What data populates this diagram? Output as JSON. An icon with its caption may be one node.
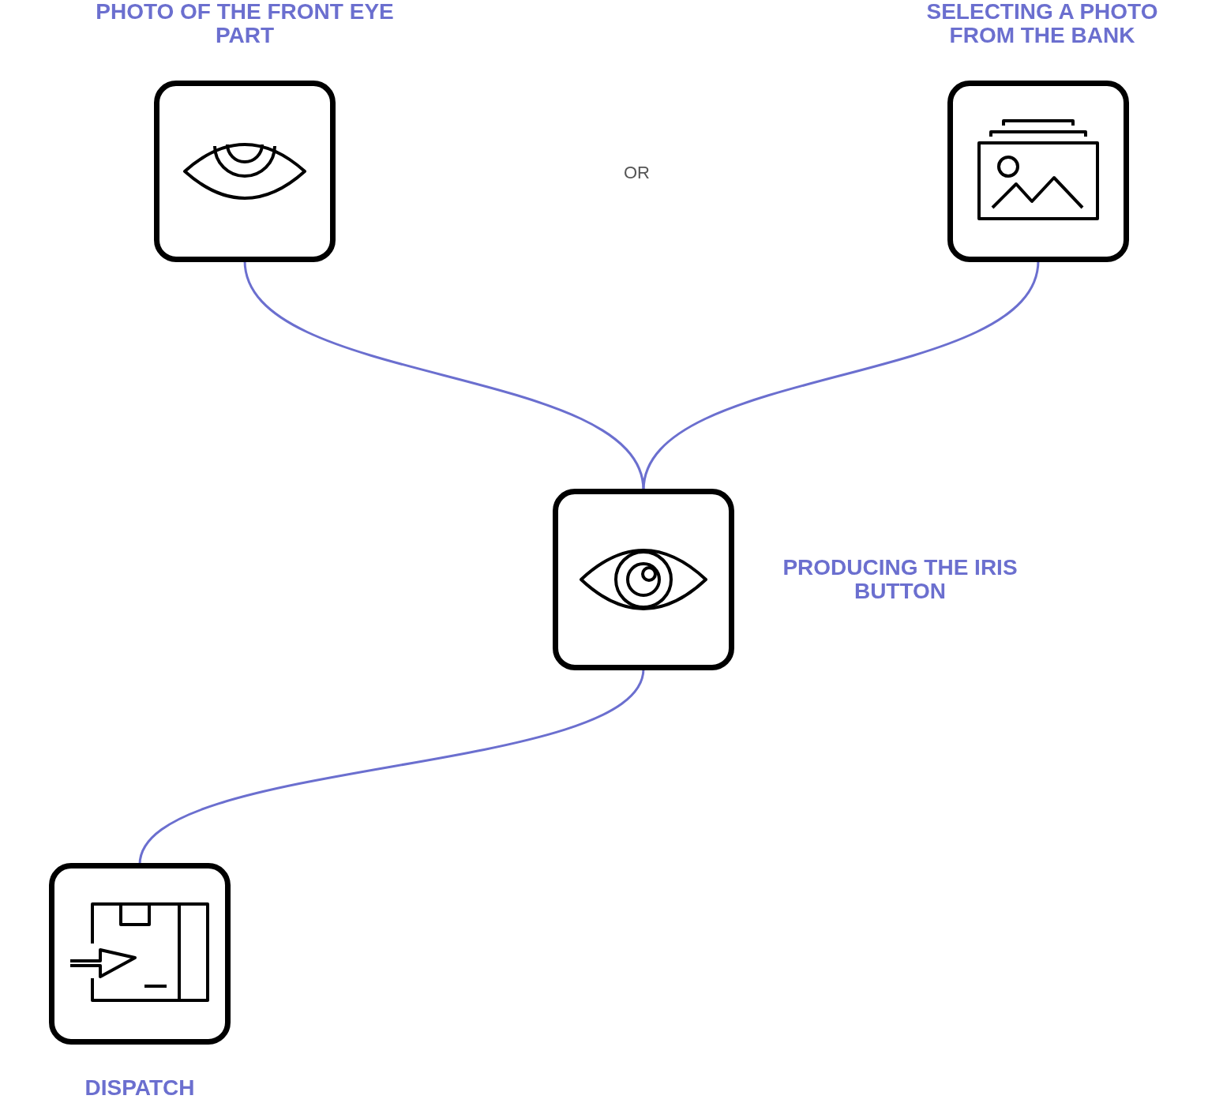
{
  "diagram": {
    "nodes": [
      {
        "text": [
          "PHOTO OF THE FRONT EYE PART"
        ]
      },
      {
        "text": [
          "SELECTING A PHOTO FROM THE BANK"
        ]
      },
      {
        "text": [
          "PRODUCING THE IRIS BUTTON"
        ]
      },
      {
        "text": [
          "DISPATCH"
        ]
      }
    ],
    "edges": [
      {
        "from": 0,
        "to": 2,
        "arrow": "none"
      },
      {
        "from": 1,
        "to": 2,
        "arrow": "none"
      },
      {
        "from": 2,
        "to": 3,
        "arrow": "none"
      }
    ],
    "labels": [
      "OR"
    ]
  }
}
